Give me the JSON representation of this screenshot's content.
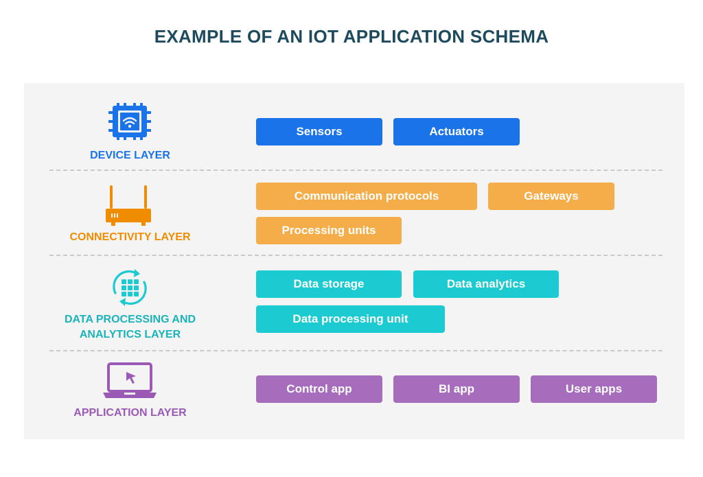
{
  "title": "EXAMPLE OF AN IOT APPLICATION SCHEMA",
  "colors": {
    "title": "#1e4a5e",
    "device": "#1a73e8",
    "connectivity": "#f5a623",
    "data": "#1ccad1",
    "application": "#9b59b6"
  },
  "layers": [
    {
      "name": "DEVICE LAYER",
      "icon": "chip-icon",
      "items": [
        "Sensors",
        "Actuators"
      ]
    },
    {
      "name": "CONNECTIVITY LAYER",
      "icon": "router-icon",
      "items": [
        "Communication protocols",
        "Gateways",
        "Processing units"
      ]
    },
    {
      "name": "DATA PROCESSING AND ANALYTICS LAYER",
      "name_line1": "DATA PROCESSING AND",
      "name_line2": "ANALYTICS LAYER",
      "icon": "data-grid-sync-icon",
      "items": [
        "Data storage",
        "Data analytics",
        "Data processing unit"
      ]
    },
    {
      "name": "APPLICATION LAYER",
      "icon": "laptop-cursor-icon",
      "items": [
        "Control app",
        "BI app",
        "User apps"
      ]
    }
  ]
}
